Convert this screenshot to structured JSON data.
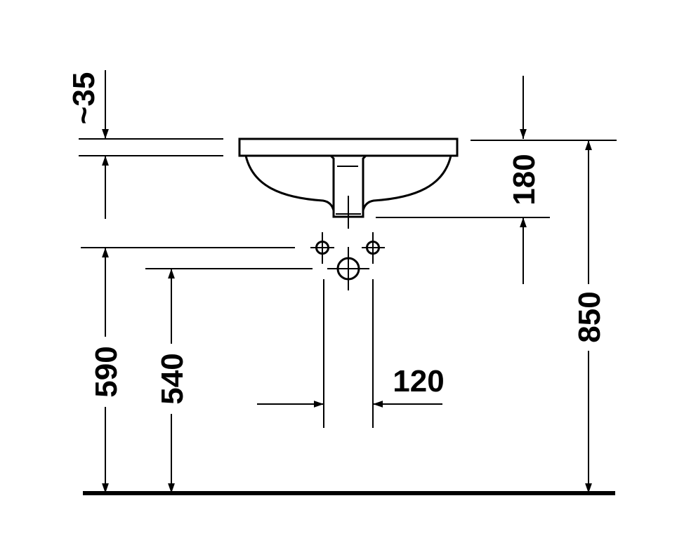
{
  "drawing": {
    "title": "Undercounter washbasin dimension drawing",
    "units": "mm",
    "dimensions": {
      "rim_offset": "~35",
      "basin_depth": "180",
      "total_height": "850",
      "inlet_height": "590",
      "waste_height": "540",
      "tap_spacing": "120"
    },
    "line_color": "#000000",
    "background": "#ffffff"
  }
}
